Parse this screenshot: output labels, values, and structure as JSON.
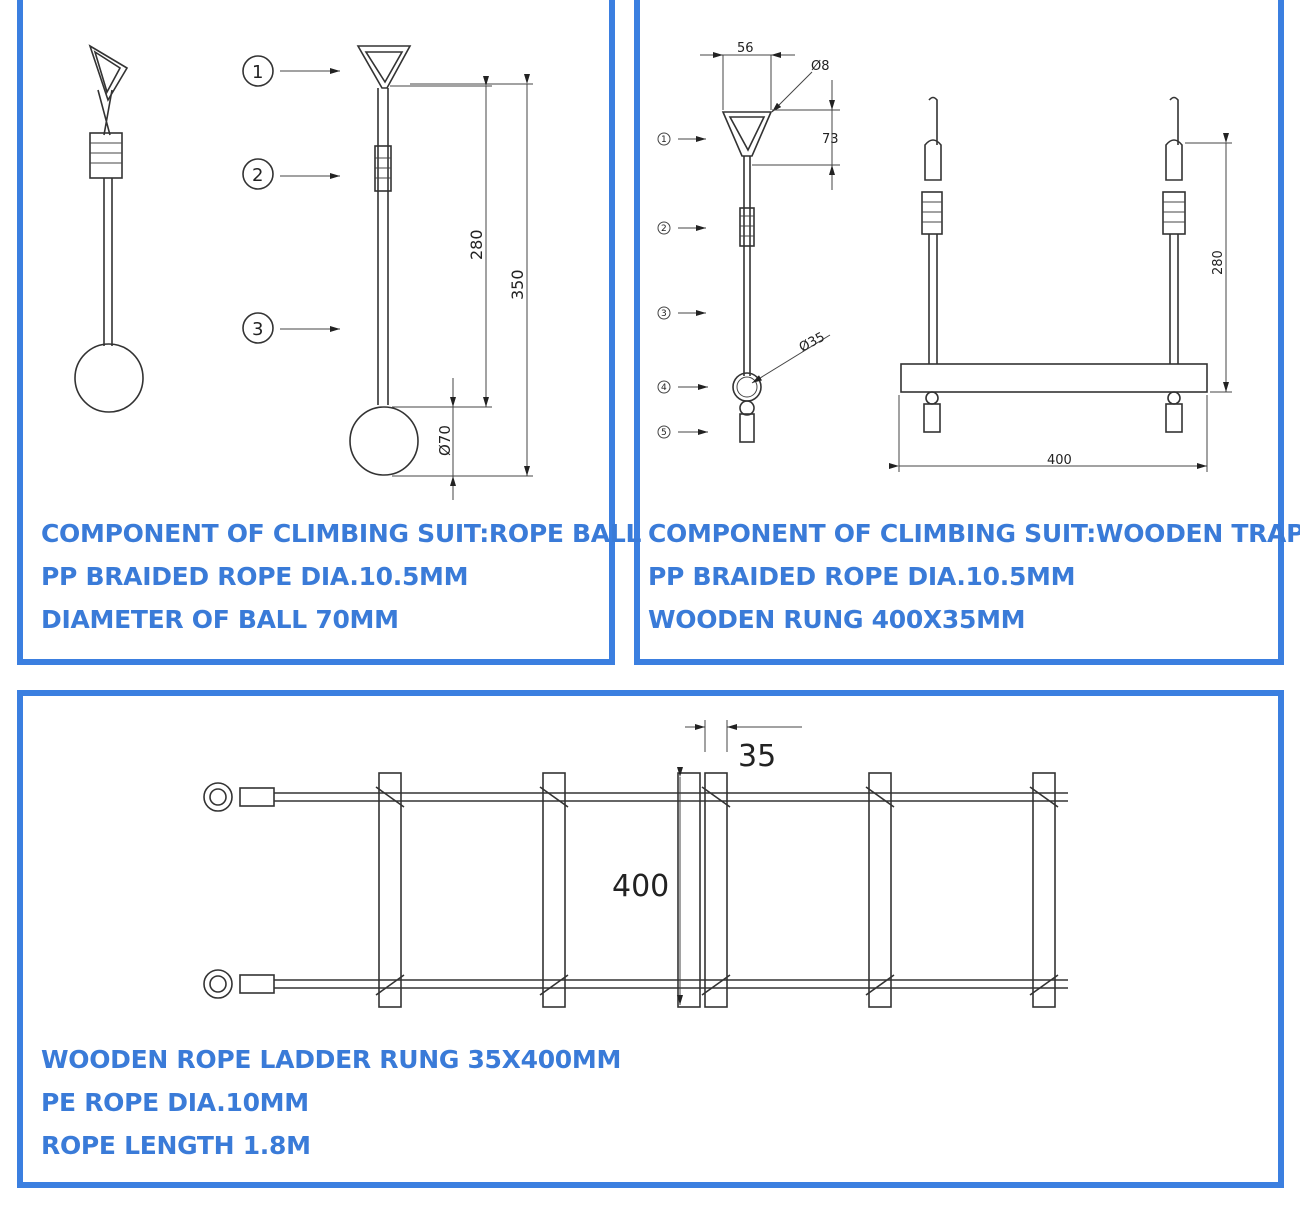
{
  "panels": {
    "rope_ball": {
      "caption": [
        "COMPONENT OF CLIMBING SUIT:ROPE BALL",
        "PP BRAIDED ROPE DIA.10.5MM",
        "DIAMETER OF BALL 70MM"
      ],
      "callouts": [
        "1",
        "2",
        "3"
      ],
      "dims": {
        "length_inner": "280",
        "length_total": "350",
        "ball_dia": "Ø70"
      }
    },
    "trapeze": {
      "caption": [
        "COMPONENT OF CLIMBING SUIT:WOODEN TRAPEZE",
        "PP BRAIDED ROPE DIA.10.5MM",
        "WOODEN RUNG 400X35MM"
      ],
      "callouts": [
        "1",
        "2",
        "3",
        "4",
        "5"
      ],
      "dims": {
        "handle_width": "56",
        "wire_dia": "Ø8",
        "handle_height": "73",
        "ball_dia": "Ø35",
        "rope_length": "280",
        "rung_length": "400"
      }
    },
    "ladder": {
      "caption": [
        "WOODEN ROPE LADDER RUNG 35X400MM",
        "PE ROPE DIA.10MM",
        "ROPE LENGTH 1.8M"
      ],
      "dims": {
        "rung_width": "35",
        "rung_length": "400"
      }
    }
  },
  "colors": {
    "border": "#3b7fe0",
    "text": "#3a7bd8",
    "accent": "#f5a623"
  }
}
